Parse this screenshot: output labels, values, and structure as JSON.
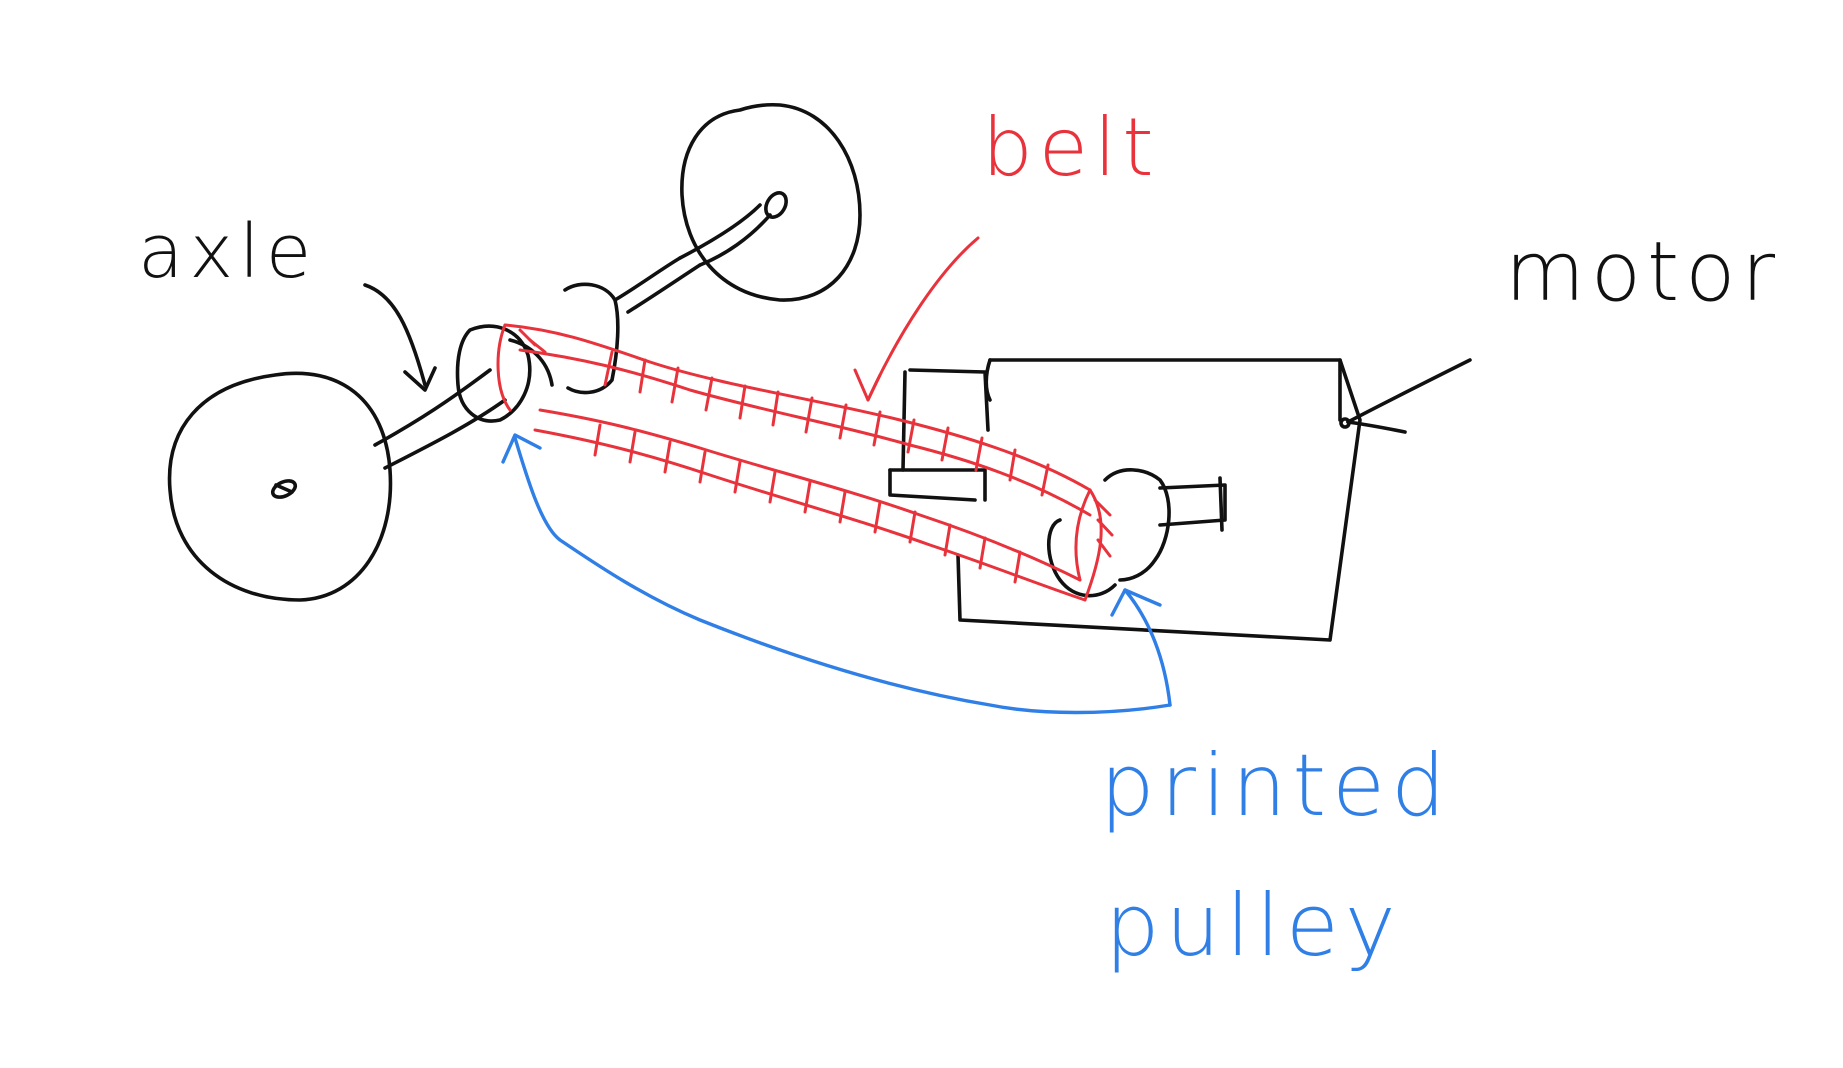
{
  "labels": {
    "axle": "axle",
    "belt": "belt",
    "motor": "motor",
    "printed_pulley_line1": "printed",
    "printed_pulley_line2": "pulley"
  },
  "colors": {
    "background": "#ffffff",
    "black_ink": "#111111",
    "belt_red": "#e8333c",
    "pulley_blue": "#2f7fe6"
  }
}
